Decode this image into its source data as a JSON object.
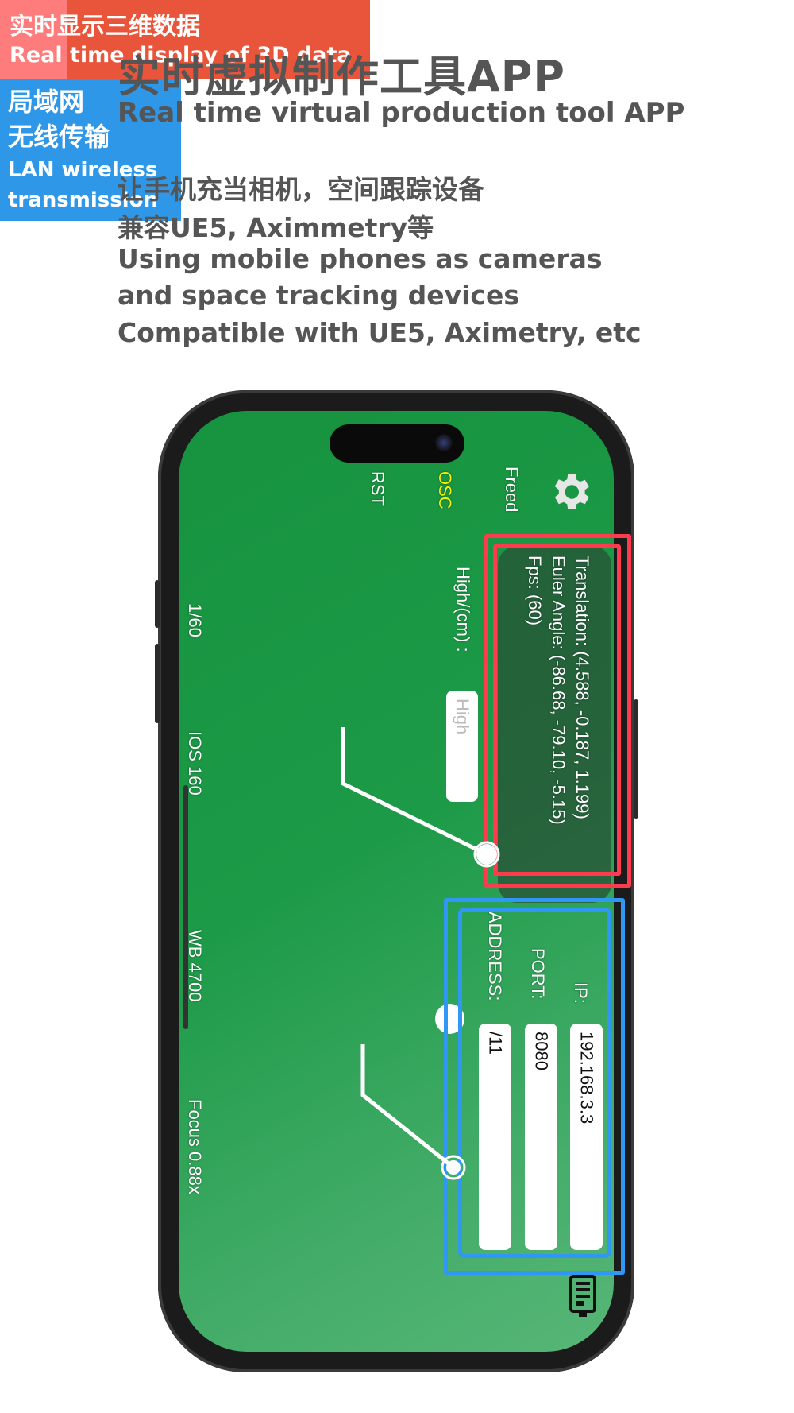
{
  "header": {
    "title": "实时虚拟制作工具APP",
    "subtitle": "Real time virtual production tool APP",
    "body": [
      "让手机充当相机，空间跟踪设备",
      "兼容UE5, Aximmetry等",
      "Using mobile phones as cameras",
      "and space tracking devices",
      "Compatible with UE5, Aximetry, etc"
    ]
  },
  "app": {
    "top_buttons": {
      "settings_icon": "gear-icon",
      "freed": "Freed",
      "osc": "OSC",
      "rst": "RST"
    },
    "high_label": "High/(cm) :",
    "high_placeholder": "High",
    "data": {
      "translation": "Translation: (4.588, -0.187, 1.199)",
      "euler": "Euler Angle: (-86.68, -79.10, -5.15)",
      "fps": "Fps: (60)"
    },
    "camera": {
      "shutter": "1/60",
      "iso": "IOS 160",
      "wb": "WB 4700",
      "focus": "Focus 0.88x"
    },
    "network": {
      "ip_label": "IP:",
      "ip": "192.168.3.3",
      "port_label": "PORT:",
      "port": "8080",
      "address_label": "ADDRESS:",
      "address": "/11"
    },
    "battery_icon": "battery-icon"
  },
  "callouts": {
    "realtime_cn": "实时显示三维数据",
    "realtime_en": "Real time display of 3D data",
    "lan_cn1": "局域网",
    "lan_cn2": "无线传输",
    "lan_en1": "LAN wireless",
    "lan_en2": "transmission"
  },
  "colors": {
    "screen_green": "#1b9645",
    "highlight_red": "#ff3b4e",
    "highlight_blue": "#3197f5",
    "osc_yellow": "#f5f000"
  }
}
